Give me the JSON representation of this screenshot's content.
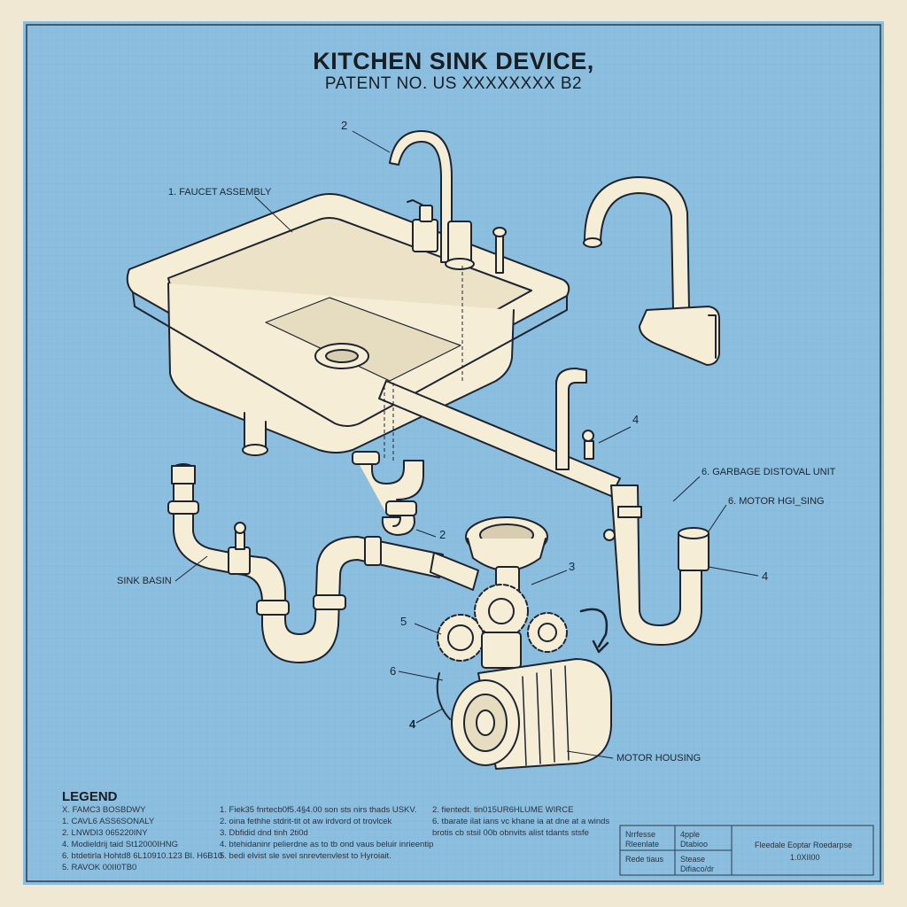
{
  "header": {
    "title": "KITCHEN SINK DEVICE,",
    "subtitle": "PATENT NO. US XXXXXXXX B2"
  },
  "callouts": {
    "faucet_assembly": "1. FAUCET ASSEMBLY",
    "num_2_top": "2",
    "num_4_valve": "4",
    "garbage_disposal": "6. GARBAGE DISTOVAL UNIT",
    "motor_hgising": "6. MOTOR HGI_SING",
    "num_4_right": "4",
    "sink_basin": "SINK BASIN",
    "num_2_mid": "2",
    "num_3": "3",
    "num_5": "5",
    "num_6": "6",
    "num_4_left": "4",
    "motor_housing": "MOTOR HOUSING"
  },
  "legend": {
    "title": "LEGEND",
    "col1": [
      "X. FAMC3 BOSBDWY",
      "1. CAVL6 ASS6SONALY",
      "2. LNWDI3 065220INY",
      "4. Modieldrij taid St12000IHNG",
      "6. btdetirla Hohtd8 6L10910.123 Bl. H6B10",
      "5. RAVOK 00II0TB0"
    ],
    "col2": [
      "1. Fiek35 fnrtecb0f5.4§4.00 son sts nirs thads USKV.",
      "2. oina fethhe stdrit-tit ot aw irdvord ot trovlcek",
      "3. Dbfidid dnd tinh 2ti0d",
      "4. btehidaninr pelierdne as to tb ond vaus beluir inrieentip",
      "5. bedi elvist sle svel snrevtenvlest to Hyroiait."
    ],
    "col3": [
      "2. fientedt. tin015UR6HLUME WIRCE",
      "6. tbarate ilat ians vc khane ia at dne at a winds",
      "brotis cb stsil 00b obnvits alist tdants stsfe"
    ]
  },
  "title_block": {
    "cells": [
      "Nrrfesse",
      "4pple",
      "Rleenlate",
      "Dtabioo",
      "Rede tiaus",
      "Stease",
      "",
      "Difiaco/dr"
    ],
    "right_top": "Fleedale Eoptar Roedarpse",
    "right_bottom": "1.0XII00"
  },
  "colors": {
    "paper": "#f1e8d3",
    "blueprint": "#8cbfdf",
    "ink": "#1d2430",
    "part_fill": "#f6edd6"
  }
}
